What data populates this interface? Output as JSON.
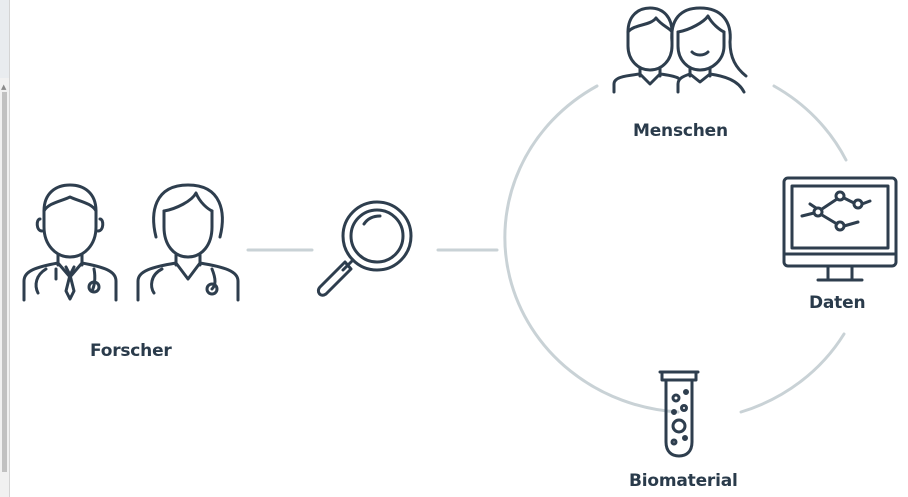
{
  "labels": {
    "researchers": "Forscher",
    "people": "Menschen",
    "data": "Daten",
    "biomaterial": "Biomaterial"
  },
  "colors": {
    "icon": "#2e3e4e",
    "connector": "#c9d2d6",
    "text": "#2a3b4b"
  },
  "icons": [
    "doctor-male-icon",
    "doctor-female-icon",
    "magnifier-icon",
    "people-icon",
    "monitor-chart-icon",
    "test-tube-icon"
  ]
}
